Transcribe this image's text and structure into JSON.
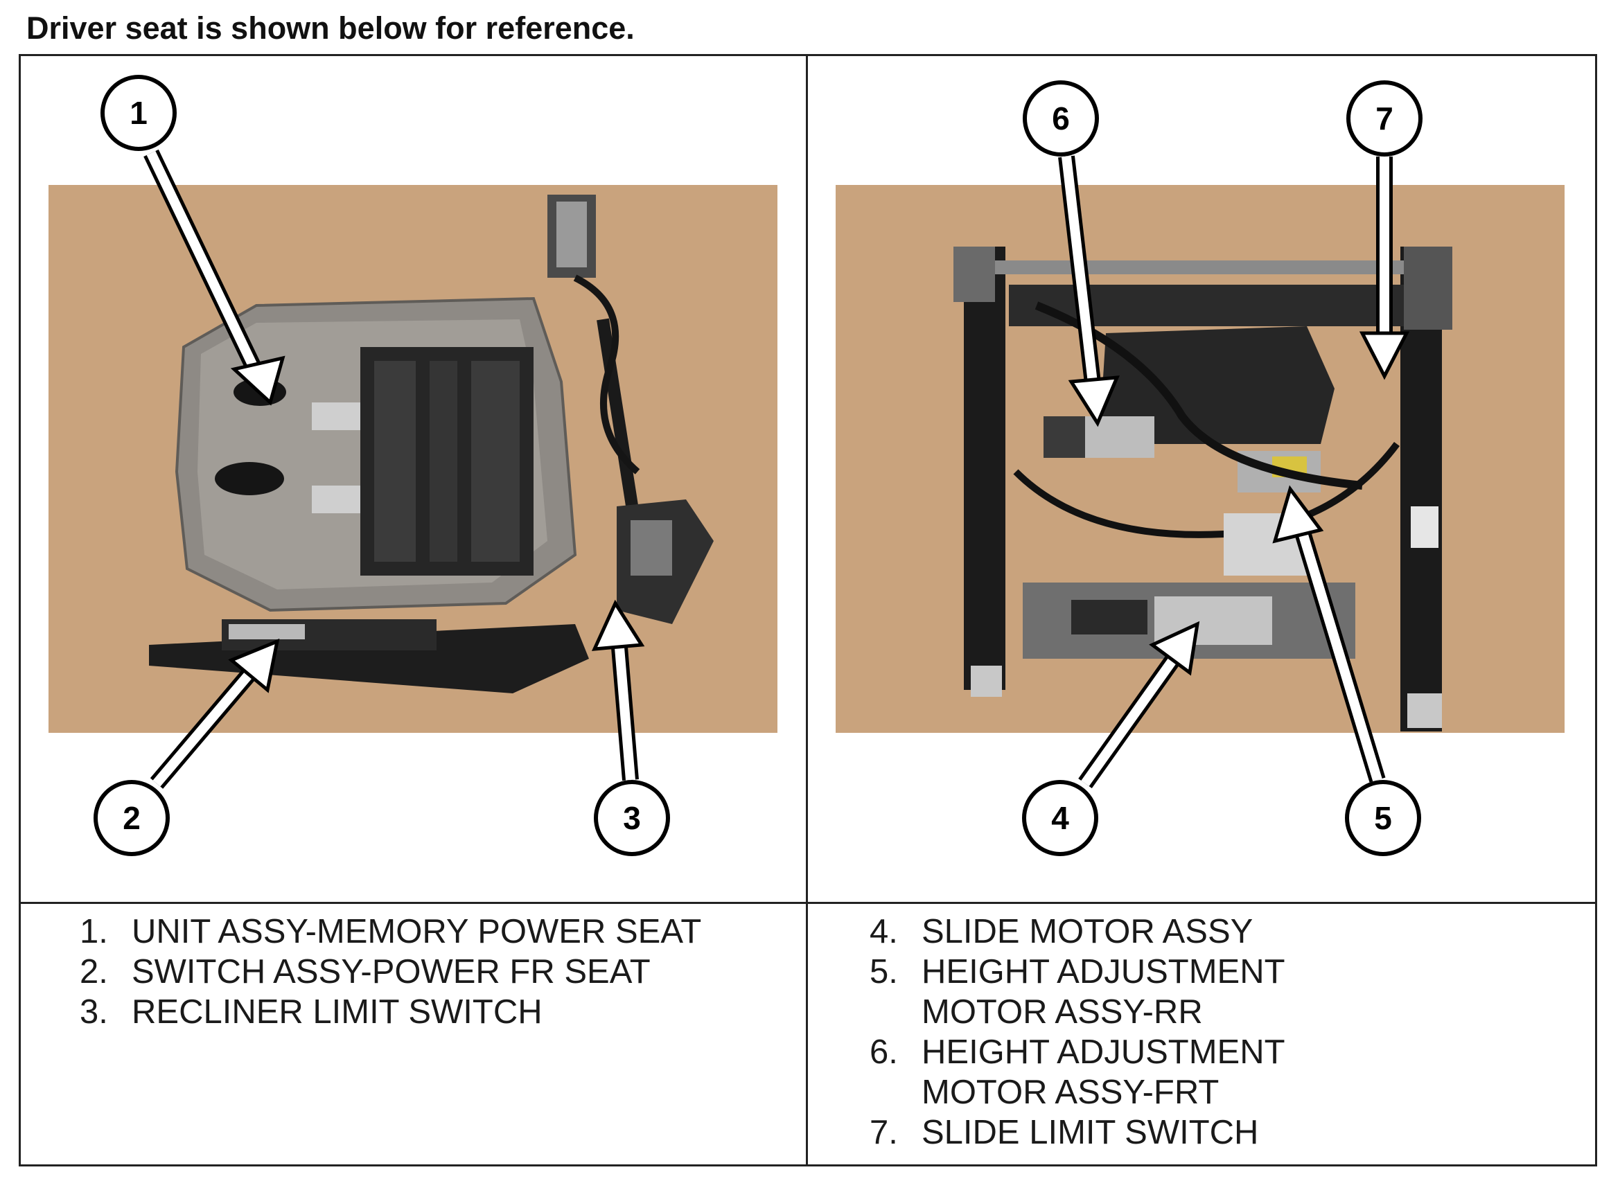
{
  "heading": "Driver seat is shown below for reference.",
  "colors": {
    "backdrop": "#c9a37d",
    "frame": "#222222",
    "callout": "#000000"
  },
  "left_panel": {
    "callouts": [
      {
        "number": "1"
      },
      {
        "number": "2"
      },
      {
        "number": "3"
      }
    ],
    "legend": [
      {
        "num": "1.",
        "text": "UNIT ASSY-MEMORY POWER SEAT"
      },
      {
        "num": "2.",
        "text": "SWITCH ASSY-POWER FR SEAT"
      },
      {
        "num": "3.",
        "text": "RECLINER LIMIT SWITCH"
      }
    ]
  },
  "right_panel": {
    "callouts": [
      {
        "number": "6"
      },
      {
        "number": "7"
      },
      {
        "number": "4"
      },
      {
        "number": "5"
      }
    ],
    "legend": [
      {
        "num": "4.",
        "text": "SLIDE MOTOR ASSY"
      },
      {
        "num": "5.",
        "text": "HEIGHT ADJUSTMENT MOTOR ASSY-RR"
      },
      {
        "num": "6.",
        "text": "HEIGHT ADJUSTMENT MOTOR ASSY-FRT"
      },
      {
        "num": "7.",
        "text": "SLIDE LIMIT SWITCH"
      }
    ]
  }
}
